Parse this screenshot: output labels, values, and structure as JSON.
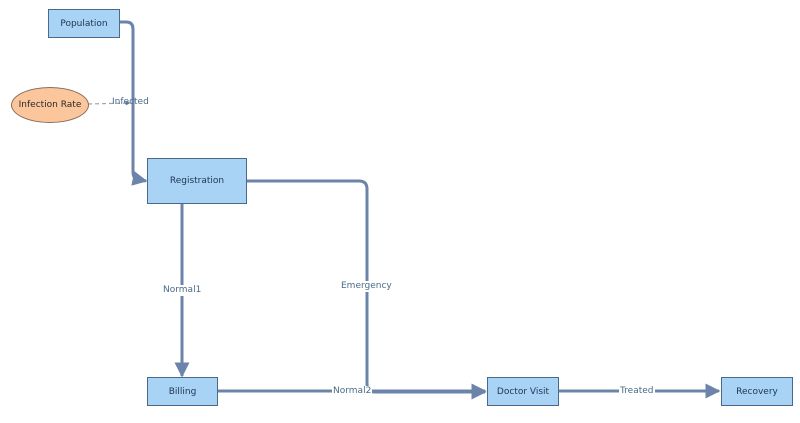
{
  "nodes": {
    "population": "Population",
    "infection_rate": "Infection Rate",
    "registration": "Registration",
    "billing": "Billing",
    "doctor_visit": "Doctor Visit",
    "recovery": "Recovery"
  },
  "edges": {
    "infected": "Infected",
    "normal1": "Normal1",
    "emergency": "Emergency",
    "normal2": "Normal2",
    "treated": "Treated"
  },
  "colors": {
    "stock_fill": "#a9d3f5",
    "stock_border": "#4a6a8a",
    "variable_fill": "#fbc69c",
    "flow": "#6c84aa",
    "link": "#9aa3ad"
  }
}
